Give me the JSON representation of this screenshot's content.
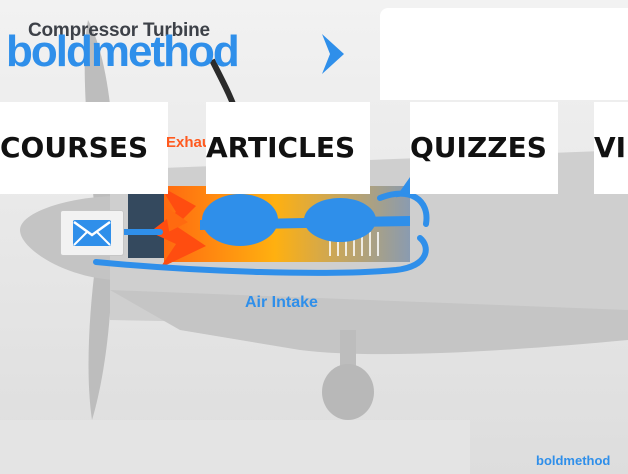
{
  "diagram": {
    "title": "Compressor Turbine",
    "labels": {
      "exhaust": "Exhaust",
      "air_intake": "Air Intake"
    }
  },
  "brand": {
    "logo_text": "boldmethod",
    "watermark_text": "boldmethod",
    "color": "#2f8fea"
  },
  "nav": {
    "items": [
      {
        "label": "COURSES"
      },
      {
        "label": "ARTICLES"
      },
      {
        "label": "QUIZZES"
      },
      {
        "label": "VIDEOS"
      }
    ]
  },
  "share": {
    "icon": "envelope-icon"
  },
  "colors": {
    "flow_blue": "#2f8fea",
    "exhaust_orange": "#ff5a1f",
    "aircraft_gray": "#c9c9c9",
    "background": "#ececec"
  }
}
